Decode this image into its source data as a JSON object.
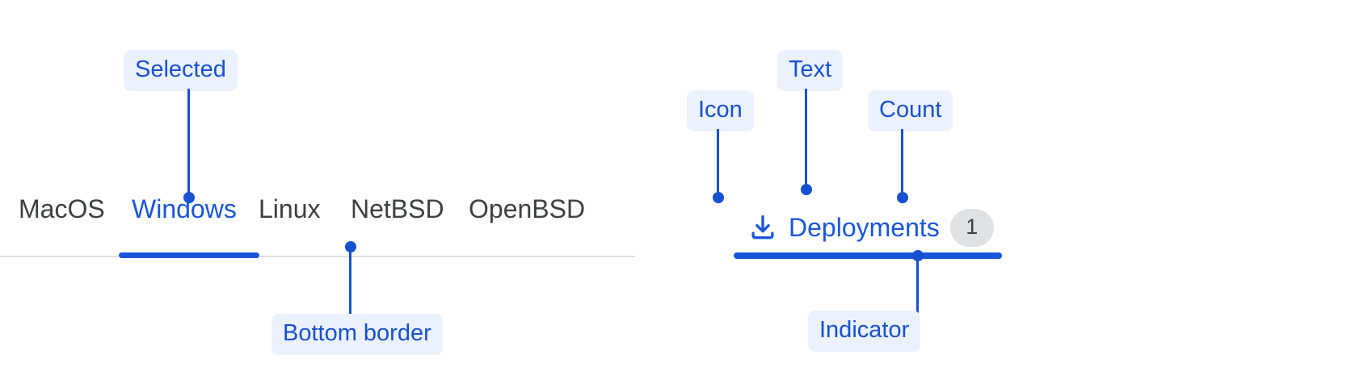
{
  "left_panel": {
    "tabs": [
      {
        "label": "MacOS",
        "selected": false
      },
      {
        "label": "Windows",
        "selected": true
      },
      {
        "label": "Linux",
        "selected": false
      },
      {
        "label": "NetBSD",
        "selected": false
      },
      {
        "label": "OpenBSD",
        "selected": false
      }
    ],
    "annotations": {
      "selected": "Selected",
      "bottom_border": "Bottom border"
    }
  },
  "right_panel": {
    "tab": {
      "icon": "download-icon",
      "label": "Deployments",
      "count": "1",
      "selected": true
    },
    "annotations": {
      "icon": "Icon",
      "text": "Text",
      "count": "Count",
      "indicator": "Indicator"
    }
  },
  "colors": {
    "accent_blue": "#1A56DB",
    "annotation_blue": "#1651D0",
    "annotation_badge_bg": "#EBF1FE",
    "tab_text": "#3C4043",
    "divider": "#E0E0E0",
    "count_badge_bg": "#DFE1E5",
    "page_bg": "#FFFFFF"
  }
}
